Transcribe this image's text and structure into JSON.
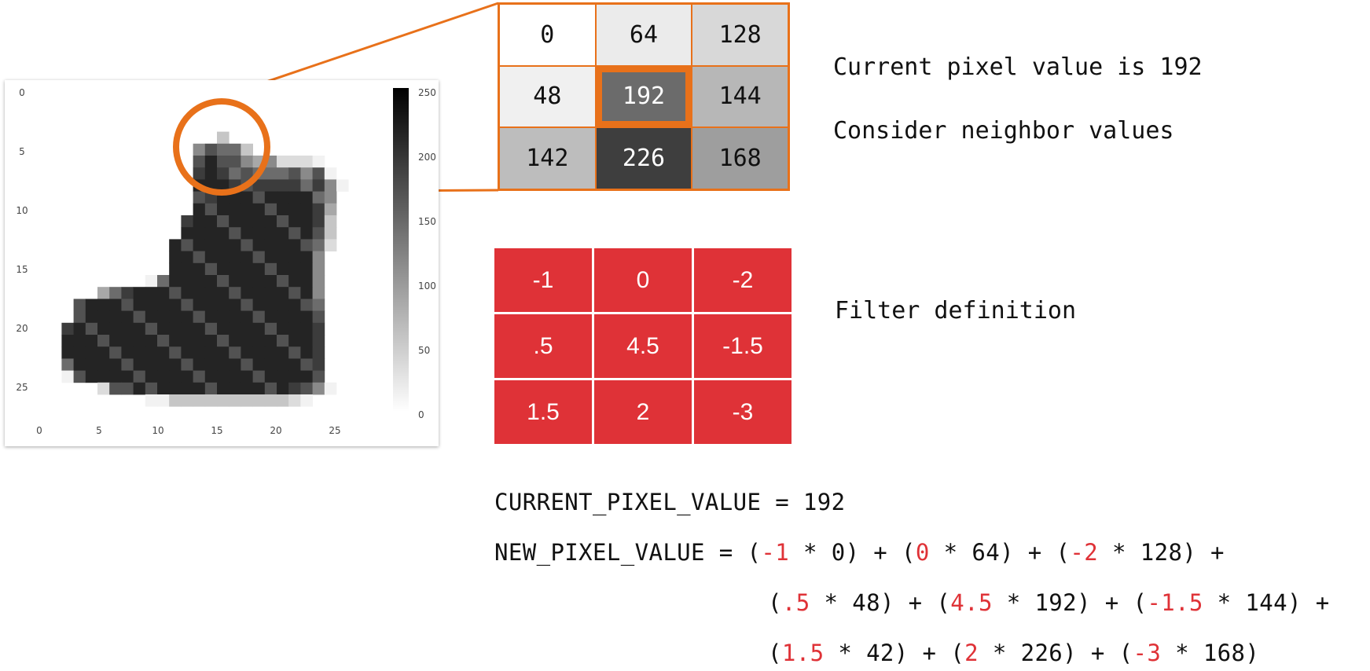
{
  "image_panel": {
    "y_ticks": [
      "0",
      "5",
      "10",
      "15",
      "20",
      "25"
    ],
    "x_ticks": [
      "0",
      "5",
      "10",
      "15",
      "20",
      "25"
    ],
    "colorbar_ticks": [
      "250",
      "200",
      "150",
      "100",
      "50",
      "0"
    ],
    "pixel_rows": [
      "0000000000000000000000000000",
      "0000000000000000000000000000",
      "0000000000000000000000000000",
      "0000000000000003000000000000",
      "0000000000000576630000000000",
      "000000000000079775452221000",
      "000000000000089887666757100",
      "000000000000099989888888510",
      "000000000000098999999998500",
      "000000000000099999999998400",
      "000000000000899999999998300",
      "000000000000999999999997300",
      "000000000009999999999996200",
      "000000000009999999999995000",
      "000000000009999999999995000",
      "000000000189999999999995000",
      "000004689999999999999995000",
      "000799999999999999999996000",
      "000999999999999999999997000",
      "008999999999999999999998000",
      "009999999999999999999998000",
      "009999999999999999999998000",
      "006999999999999999999998000",
      "001799999999999999999997000",
      "000002779999999999999875100",
      "000000000113333333333210000",
      "0000000000000000000000000000",
      "0000000000000000000000000000"
    ]
  },
  "pixel_grid": {
    "cells": [
      {
        "label": "0",
        "fill": "#ffffff",
        "text_color": "#111111"
      },
      {
        "label": "64",
        "fill": "#ebebeb",
        "text_color": "#111111"
      },
      {
        "label": "128",
        "fill": "#d8d8d8",
        "text_color": "#111111"
      },
      {
        "label": "48",
        "fill": "#f0f0f0",
        "text_color": "#111111"
      },
      {
        "label": "192",
        "fill": "#6b6b6b",
        "text_color": "#ffffff"
      },
      {
        "label": "144",
        "fill": "#b7b7b7",
        "text_color": "#111111"
      },
      {
        "label": "142",
        "fill": "#bdbdbd",
        "text_color": "#111111"
      },
      {
        "label": "226",
        "fill": "#3e3e3e",
        "text_color": "#ffffff"
      },
      {
        "label": "168",
        "fill": "#9e9e9e",
        "text_color": "#111111"
      }
    ]
  },
  "notes": {
    "current_pixel": "Current pixel value is 192",
    "neighbors": "Consider neighbor values",
    "filter_definition": "Filter definition"
  },
  "filter_grid": {
    "cells": [
      "-1",
      "0",
      "-2",
      ".5",
      "4.5",
      "-1.5",
      "1.5",
      "2",
      "-3"
    ]
  },
  "formula": {
    "line1": "CURRENT_PIXEL_VALUE = 192",
    "prefix": "NEW_PIXEL_VALUE = ",
    "terms": [
      {
        "weight": "-1",
        "value": "0"
      },
      {
        "weight": "0",
        "value": "64"
      },
      {
        "weight": "-2",
        "value": "128"
      },
      {
        "weight": ".5",
        "value": "48"
      },
      {
        "weight": "4.5",
        "value": "192"
      },
      {
        "weight": "-1.5",
        "value": "144"
      },
      {
        "weight": "1.5",
        "value": "42"
      },
      {
        "weight": "2",
        "value": "226"
      },
      {
        "weight": "-3",
        "value": "168"
      }
    ]
  },
  "colors": {
    "accent": "#e8711a",
    "filter": "#df3237"
  }
}
